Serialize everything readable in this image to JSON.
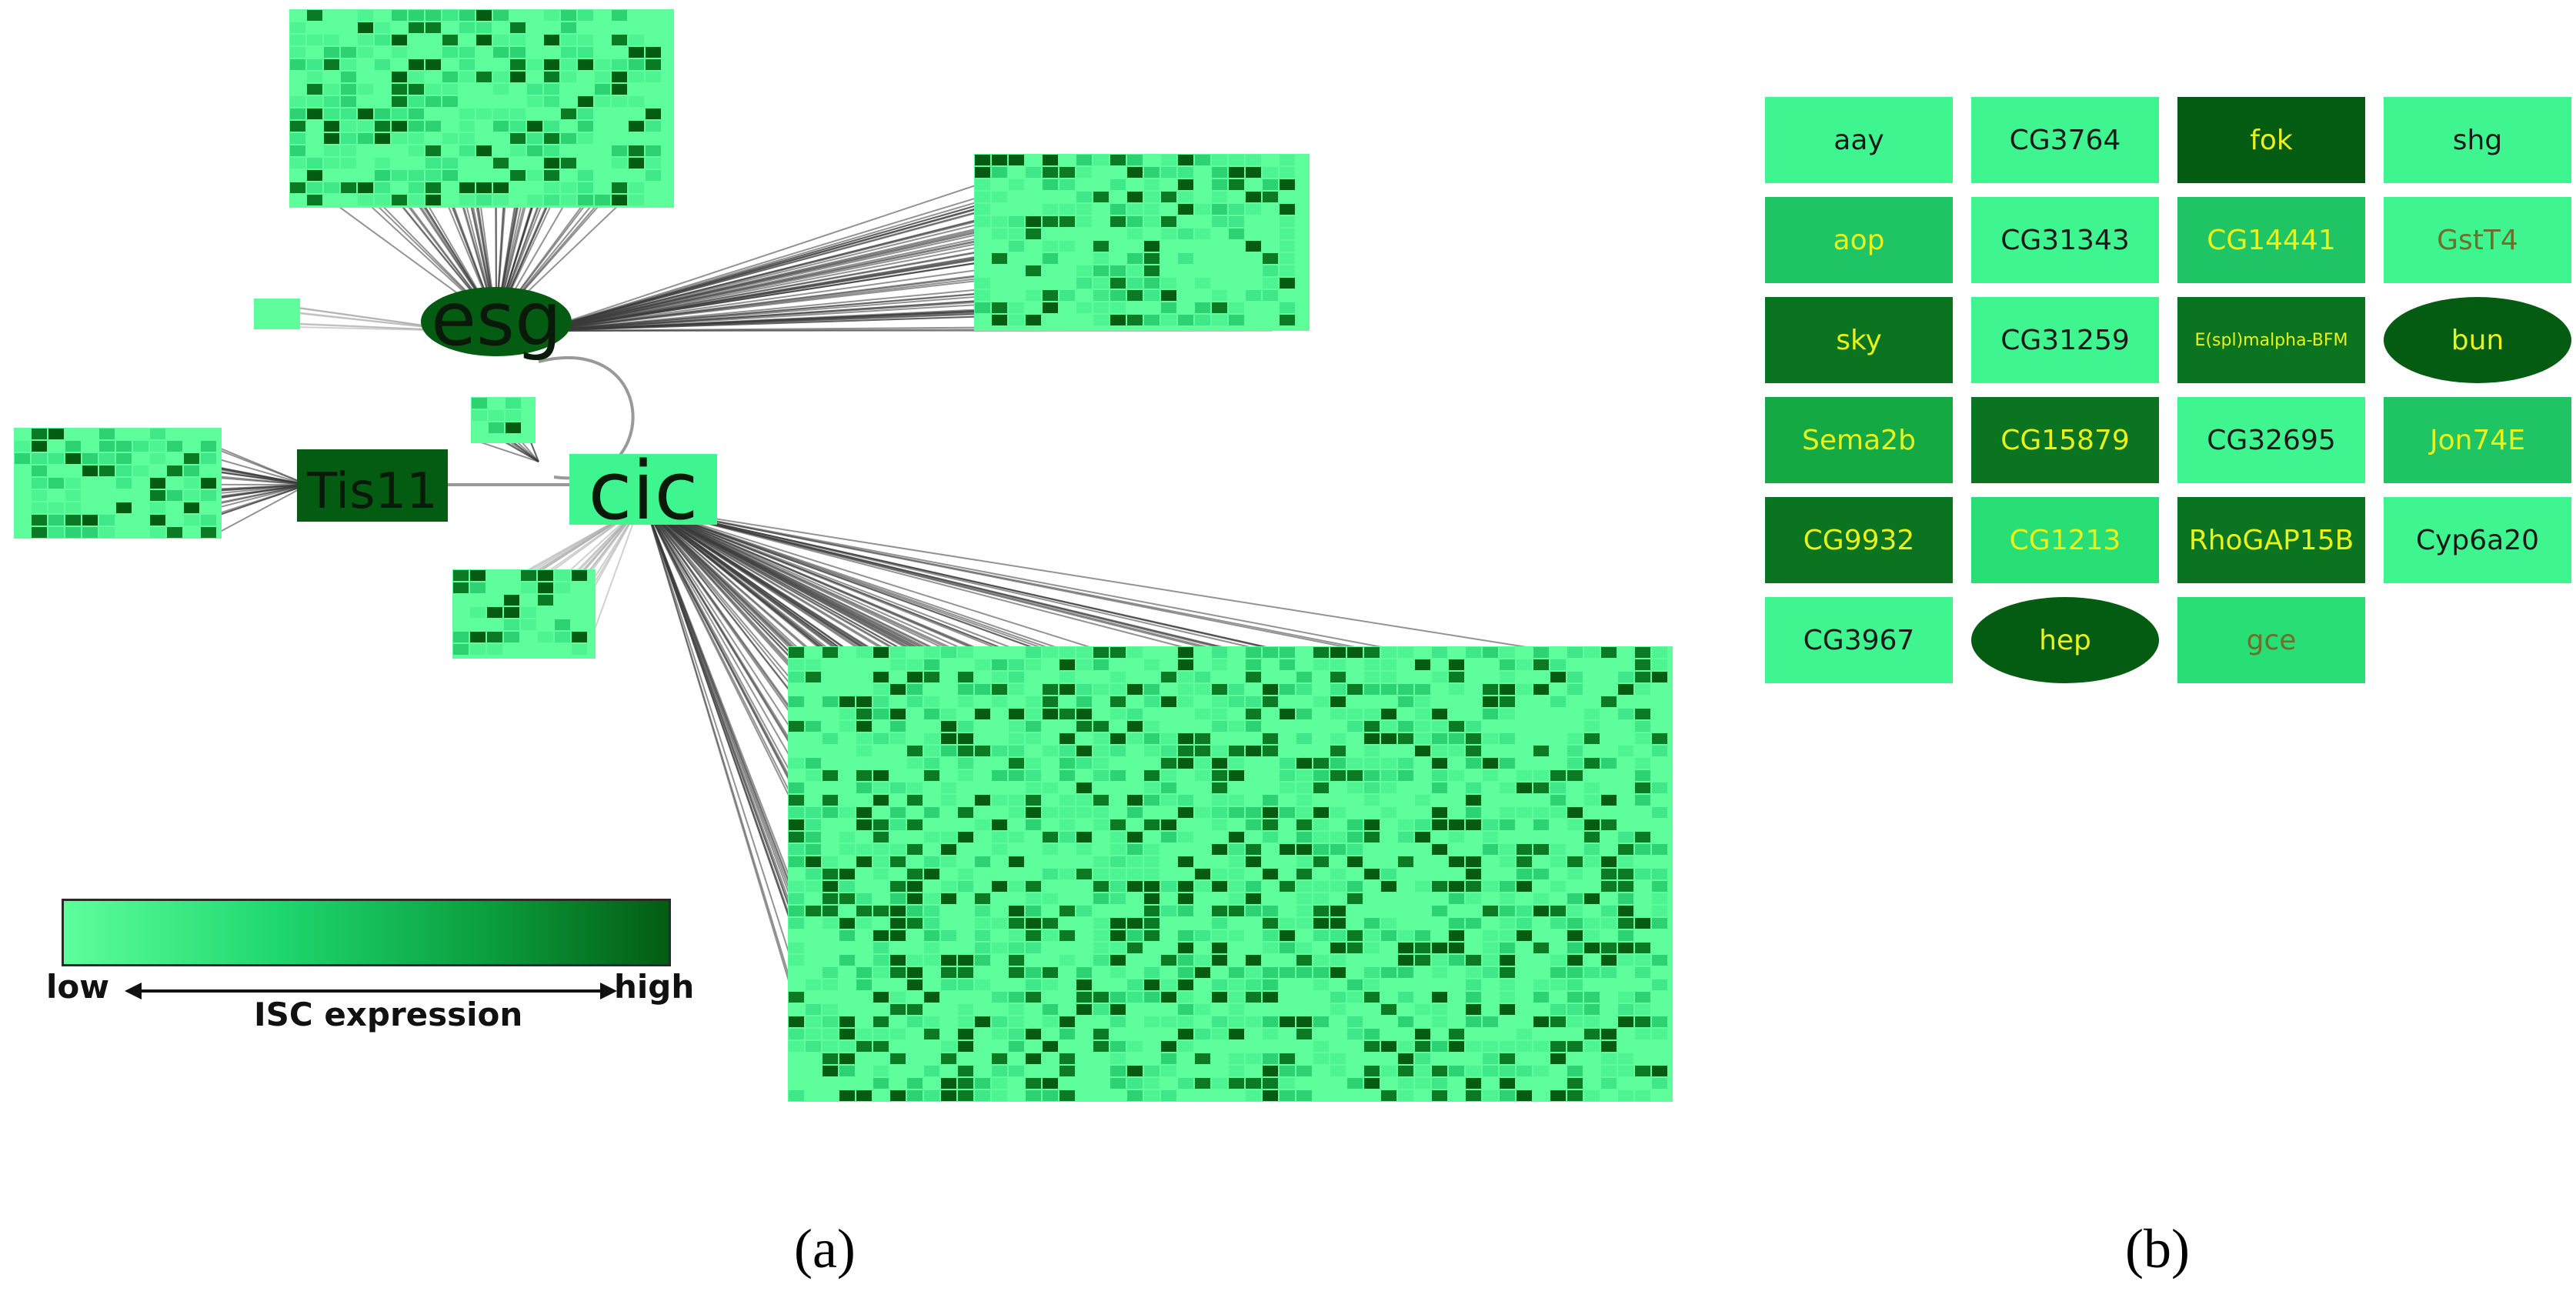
{
  "panel_a": {
    "hub_nodes": [
      {
        "label": "esg",
        "color": "#045c12",
        "text_color": "#0a1a0a"
      },
      {
        "label": "Tis11",
        "color": "#045c12",
        "text_color": "#0a1a0a"
      },
      {
        "label": "cic",
        "color": "#3ff58f",
        "text_color": "#0a1a0a"
      }
    ],
    "legend": {
      "low_label": "low",
      "high_label": "high",
      "axis_label": "ISC expression",
      "gradient": [
        "#5efe9c",
        "#1fd86f",
        "#0b9e3f",
        "#045c12"
      ]
    }
  },
  "panel_b": {
    "cells": [
      {
        "label": "aay",
        "fill": "#3ff58f",
        "text": "#1a1a1a",
        "shape": "rect"
      },
      {
        "label": "CG3764",
        "fill": "#3ff58f",
        "text": "#1a1a1a",
        "shape": "rect"
      },
      {
        "label": "fok",
        "fill": "#045c12",
        "text": "#e9f21a",
        "shape": "rect"
      },
      {
        "label": "shg",
        "fill": "#3ff58f",
        "text": "#1a1a1a",
        "shape": "rect"
      },
      {
        "label": "aop",
        "fill": "#1fc564",
        "text": "#e9f21a",
        "shape": "rect"
      },
      {
        "label": "CG31343",
        "fill": "#3ff58f",
        "text": "#1a1a1a",
        "shape": "rect"
      },
      {
        "label": "CG14441",
        "fill": "#1fc564",
        "text": "#e9f21a",
        "shape": "rect"
      },
      {
        "label": "GstT4",
        "fill": "#3ff58f",
        "text": "#6d6f2a",
        "shape": "rect"
      },
      {
        "label": "sky",
        "fill": "#0a7421",
        "text": "#e9f21a",
        "shape": "rect"
      },
      {
        "label": "CG31259",
        "fill": "#3ff58f",
        "text": "#1a1a1a",
        "shape": "rect"
      },
      {
        "label": "E(spl)malpha-BFM",
        "fill": "#0a7421",
        "text": "#e9f21a",
        "shape": "rect"
      },
      {
        "label": "bun",
        "fill": "#045c12",
        "text": "#e9f21a",
        "shape": "ellipse"
      },
      {
        "label": "Sema2b",
        "fill": "#14a942",
        "text": "#e9f21a",
        "shape": "rect"
      },
      {
        "label": "CG15879",
        "fill": "#0a7421",
        "text": "#e9f21a",
        "shape": "rect"
      },
      {
        "label": "CG32695",
        "fill": "#3ff58f",
        "text": "#1a1a1a",
        "shape": "rect"
      },
      {
        "label": "Jon74E",
        "fill": "#1fc564",
        "text": "#e9f21a",
        "shape": "rect"
      },
      {
        "label": "CG9932",
        "fill": "#0a7421",
        "text": "#e9f21a",
        "shape": "rect"
      },
      {
        "label": "CG1213",
        "fill": "#27df74",
        "text": "#e9f21a",
        "shape": "rect"
      },
      {
        "label": "RhoGAP15B",
        "fill": "#0a7421",
        "text": "#e9f21a",
        "shape": "rect"
      },
      {
        "label": "Cyp6a20",
        "fill": "#3ff58f",
        "text": "#1a1a1a",
        "shape": "rect"
      },
      {
        "label": "CG3967",
        "fill": "#3ff58f",
        "text": "#1a1a1a",
        "shape": "rect"
      },
      {
        "label": "hep",
        "fill": "#045c12",
        "text": "#e9f21a",
        "shape": "ellipse"
      },
      {
        "label": "gce",
        "fill": "#27df74",
        "text": "#6d6f2a",
        "shape": "rect"
      }
    ]
  },
  "captions": {
    "a": "(a)",
    "b": "(b)"
  }
}
